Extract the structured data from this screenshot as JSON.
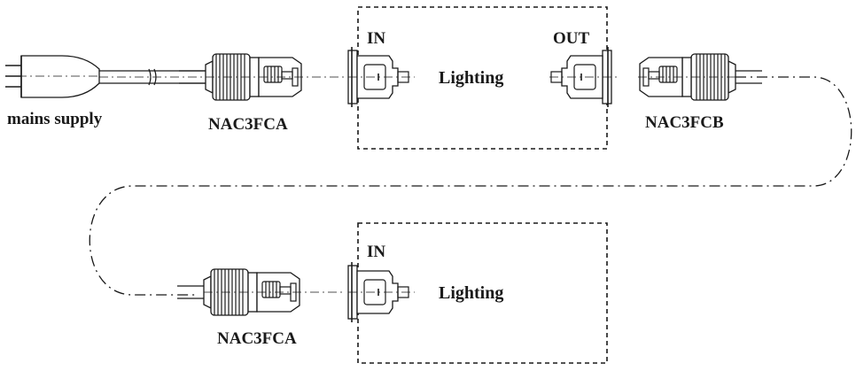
{
  "labels": {
    "mains_supply": "mains supply",
    "connector_top_left": "NAC3FCA",
    "connector_top_right": "NAC3FCB",
    "connector_bottom": "NAC3FCA",
    "in_top": "IN",
    "out_top": "OUT",
    "lighting_top": "Lighting",
    "in_bottom": "IN",
    "lighting_bottom": "Lighting"
  },
  "colors": {
    "ink": "#1a1a1a",
    "background": "#ffffff"
  }
}
